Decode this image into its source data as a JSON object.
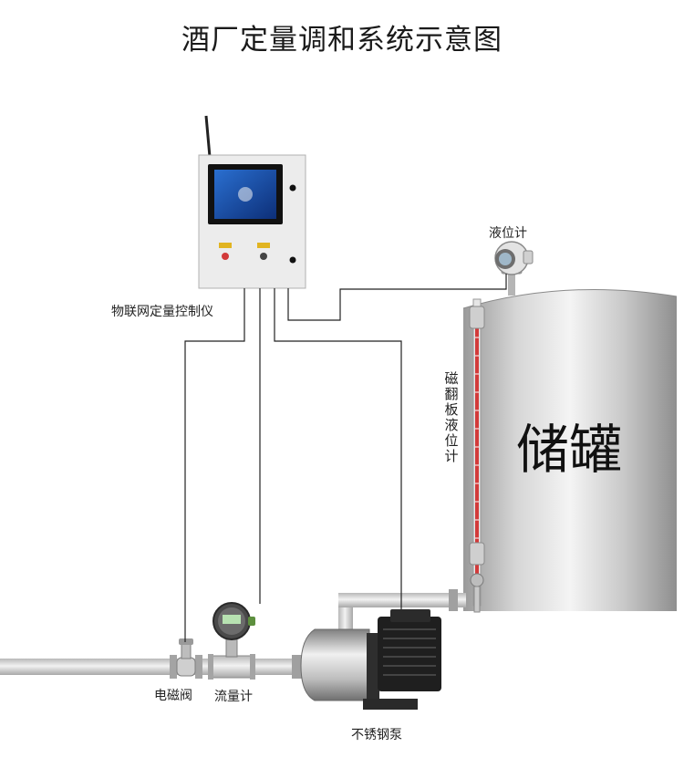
{
  "title": "酒厂定量调和系统示意图",
  "labels": {
    "controller": "物联网定量控制仪",
    "level_meter": "液位计",
    "magnetic_flap_gauge": "磁翻板液位计",
    "tank": "储罐",
    "solenoid_valve": "电磁阀",
    "flowmeter": "流量计",
    "pump": "不锈钢泵"
  },
  "colors": {
    "panel": "#e9eaeb",
    "pipe": "#d2d2d2",
    "wire": "#222222",
    "tank": "#c4c4c4",
    "flap_red": "#d23a3a"
  }
}
